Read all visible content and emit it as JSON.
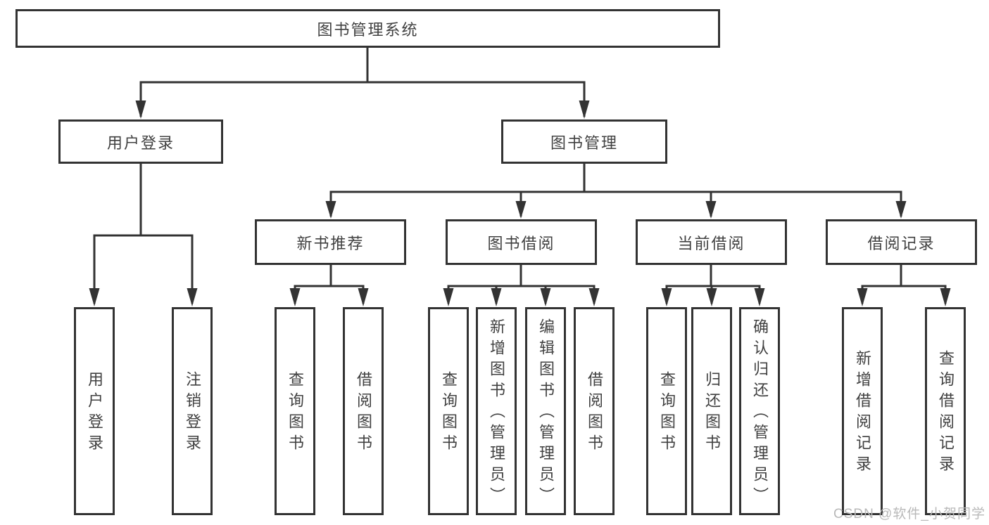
{
  "diagram": {
    "root": {
      "label": "图书管理系统"
    },
    "branches": [
      {
        "label": "用户登录",
        "children": [
          {
            "label": "用户登录"
          },
          {
            "label": "注销登录"
          }
        ]
      },
      {
        "label": "图书管理",
        "sections": [
          {
            "label": "新书推荐",
            "children": [
              {
                "label": "查询图书"
              },
              {
                "label": "借阅图书"
              }
            ]
          },
          {
            "label": "图书借阅",
            "children": [
              {
                "label": "查询图书"
              },
              {
                "label": "新增图书（管理员）"
              },
              {
                "label": "编辑图书（管理员）"
              },
              {
                "label": "借阅图书"
              }
            ]
          },
          {
            "label": "当前借阅",
            "children": [
              {
                "label": "查询图书"
              },
              {
                "label": "归还图书"
              },
              {
                "label": "确认归还（管理员）"
              }
            ]
          },
          {
            "label": "借阅记录",
            "children": [
              {
                "label": "新增借阅记录"
              },
              {
                "label": "查询借阅记录"
              }
            ]
          }
        ]
      }
    ]
  },
  "watermark": {
    "text": "CSDN @软件_小贺同学"
  },
  "colors": {
    "line": "#333333",
    "box_border": "#333333",
    "text": "#404040",
    "watermark": "#b9b9b9",
    "background": "#ffffff"
  }
}
